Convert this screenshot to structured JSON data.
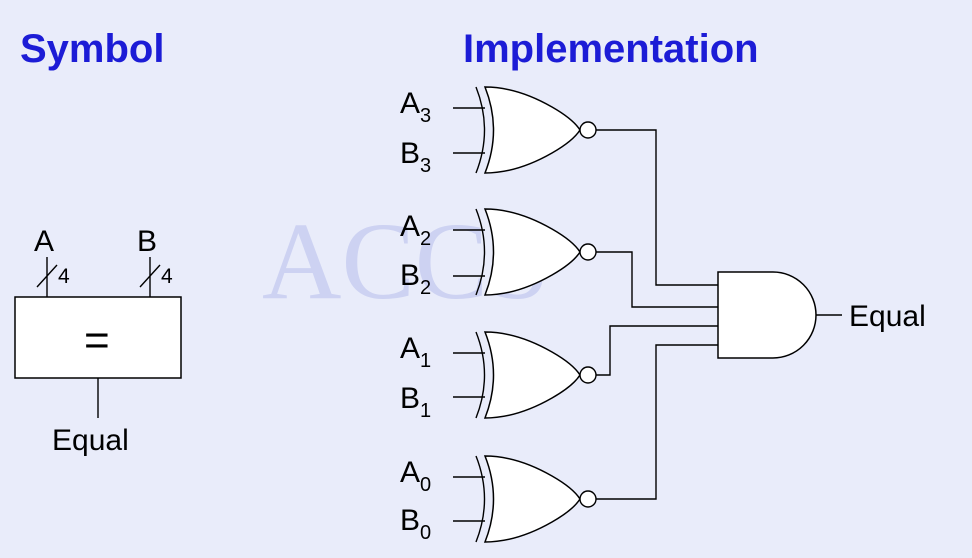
{
  "headings": {
    "symbol": "Symbol",
    "implementation": "Implementation"
  },
  "colors": {
    "heading": "#1c1cd6",
    "background": "#e9ecfa",
    "watermark": "#cdd2f2"
  },
  "watermark": "ACCS",
  "symbol": {
    "input_a": "A",
    "input_b": "B",
    "bus_width_a": "4",
    "bus_width_b": "4",
    "operator": "=",
    "output": "Equal"
  },
  "implementation": {
    "gates": [
      {
        "a": "A",
        "a_sub": "3",
        "b": "B",
        "b_sub": "3"
      },
      {
        "a": "A",
        "a_sub": "2",
        "b": "B",
        "b_sub": "2"
      },
      {
        "a": "A",
        "a_sub": "1",
        "b": "B",
        "b_sub": "1"
      },
      {
        "a": "A",
        "a_sub": "0",
        "b": "B",
        "b_sub": "0"
      }
    ],
    "output": "Equal"
  }
}
